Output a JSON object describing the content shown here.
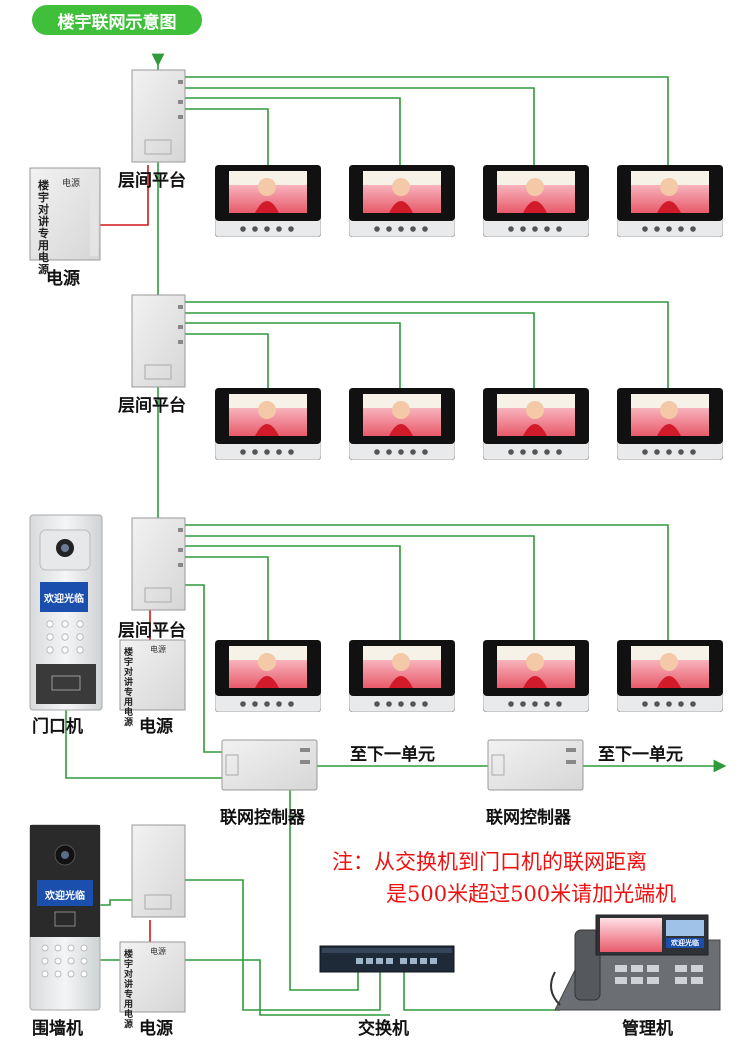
{
  "title": "楼宇联网示意图",
  "labels": {
    "floor_platform": "层间平台",
    "power": "电源",
    "door_unit": "门口机",
    "wall_unit": "围墙机",
    "network_controller": "联网控制器",
    "next_unit": "至下一单元",
    "switch": "交换机",
    "management": "管理机"
  },
  "device_text": {
    "power_box_vertical": "楼宇对讲专用电源",
    "power_box_top": "电源",
    "door_screen": "欢迎光临",
    "wall_screen": "欢迎光临",
    "mgmt_screen": "欢迎光临"
  },
  "note": {
    "line1": "注：从交换机到门口机的联网距离",
    "line2": "是500米超过500米请加光端机"
  },
  "colors": {
    "green_line": "#2e9a3a",
    "red_line": "#d01818",
    "badge": "#3fbf3a",
    "note": "#ee1111"
  }
}
